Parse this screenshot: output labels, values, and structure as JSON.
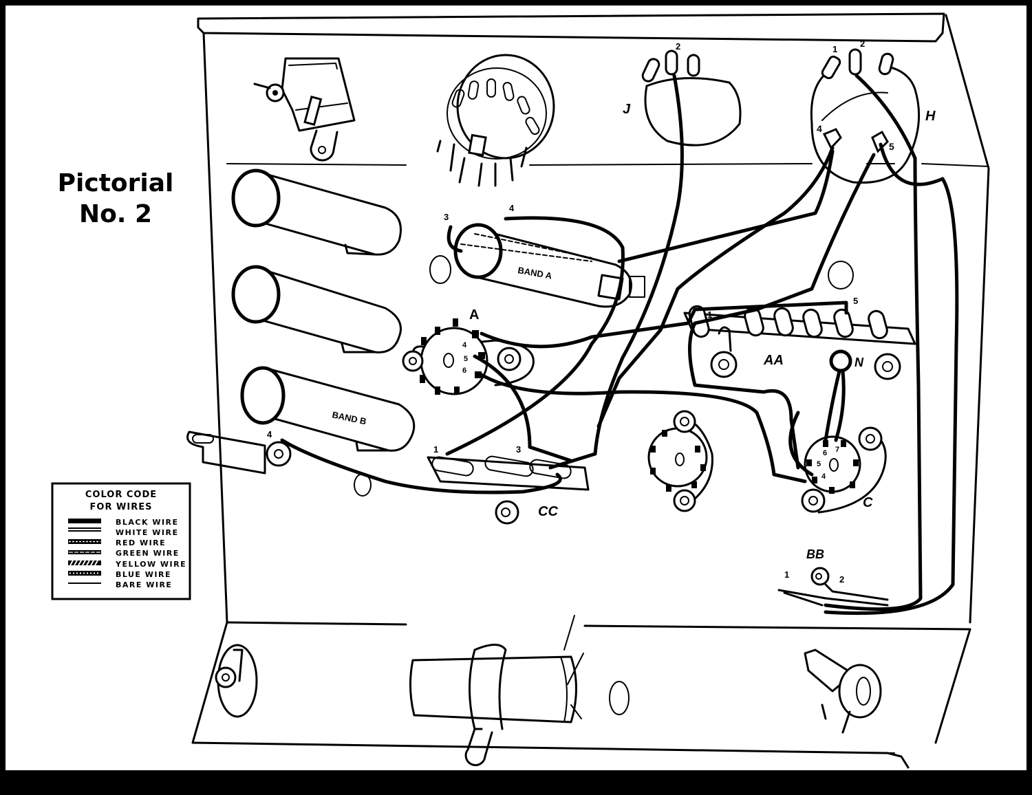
{
  "title": {
    "line1": "Pictorial",
    "line2": "No. 2"
  },
  "legend": {
    "heading_line1": "COLOR CODE",
    "heading_line2": "FOR WIRES",
    "items": [
      {
        "label": "BLACK WIRE",
        "pattern": "solid-thick"
      },
      {
        "label": "WHITE WIRE",
        "pattern": "double-line"
      },
      {
        "label": "RED WIRE",
        "pattern": "dotted-thick"
      },
      {
        "label": "GREEN WIRE",
        "pattern": "dash-inner"
      },
      {
        "label": "YELLOW WIRE",
        "pattern": "hatched"
      },
      {
        "label": "BLUE WIRE",
        "pattern": "dot-dash"
      },
      {
        "label": "BARE WIRE",
        "pattern": "thin"
      }
    ]
  },
  "components": {
    "coil_band_a": "BAND A",
    "coil_band_b": "BAND B",
    "coil_band_a_terms": [
      "3",
      "4"
    ],
    "coil_band_b_term": "4",
    "socket_a": {
      "label": "A",
      "pins": [
        "4",
        "5",
        "6"
      ]
    },
    "pot_j": {
      "label": "J",
      "term": "2"
    },
    "pot_h": {
      "label": "H",
      "terms": [
        "1",
        "2",
        "4",
        "5"
      ]
    },
    "terminal_strip_aa": {
      "label": "AA",
      "terms": [
        "1",
        "5"
      ]
    },
    "grommet_n": "N",
    "terminal_strip_cc": {
      "label": "CC",
      "terms": [
        "1",
        "3"
      ]
    },
    "socket_c": {
      "label": "C",
      "pins": [
        "6",
        "7",
        "5",
        "4"
      ]
    },
    "terminal_bb": {
      "label": "BB",
      "terms": [
        "1",
        "2"
      ]
    }
  },
  "colors": {
    "ink": "#000000",
    "paper": "#ffffff",
    "frame": "#000000"
  }
}
